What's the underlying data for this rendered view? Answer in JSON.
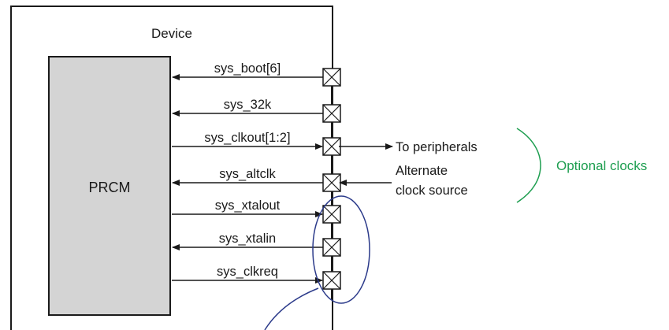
{
  "device": {
    "title": "Device"
  },
  "prcm": {
    "label": "PRCM"
  },
  "signals": [
    {
      "name": "sys_boot[6]",
      "direction": "in"
    },
    {
      "name": "sys_32k",
      "direction": "in"
    },
    {
      "name": "sys_clkout[1:2]",
      "direction": "out"
    },
    {
      "name": "sys_altclk",
      "direction": "in"
    },
    {
      "name": "sys_xtalout",
      "direction": "out"
    },
    {
      "name": "sys_xtalin",
      "direction": "in"
    },
    {
      "name": "sys_clkreq",
      "direction": "out"
    }
  ],
  "external": {
    "peripherals": "To peripherals",
    "alternate_line1": "Alternate",
    "alternate_line2": "clock source"
  },
  "optional_clocks": {
    "label": "Optional clocks",
    "color": "#1e9e50"
  },
  "colors": {
    "prcm_fill": "#d4d4d4",
    "line": "#1a1a1a",
    "ellipse": "#2b3a8a"
  }
}
